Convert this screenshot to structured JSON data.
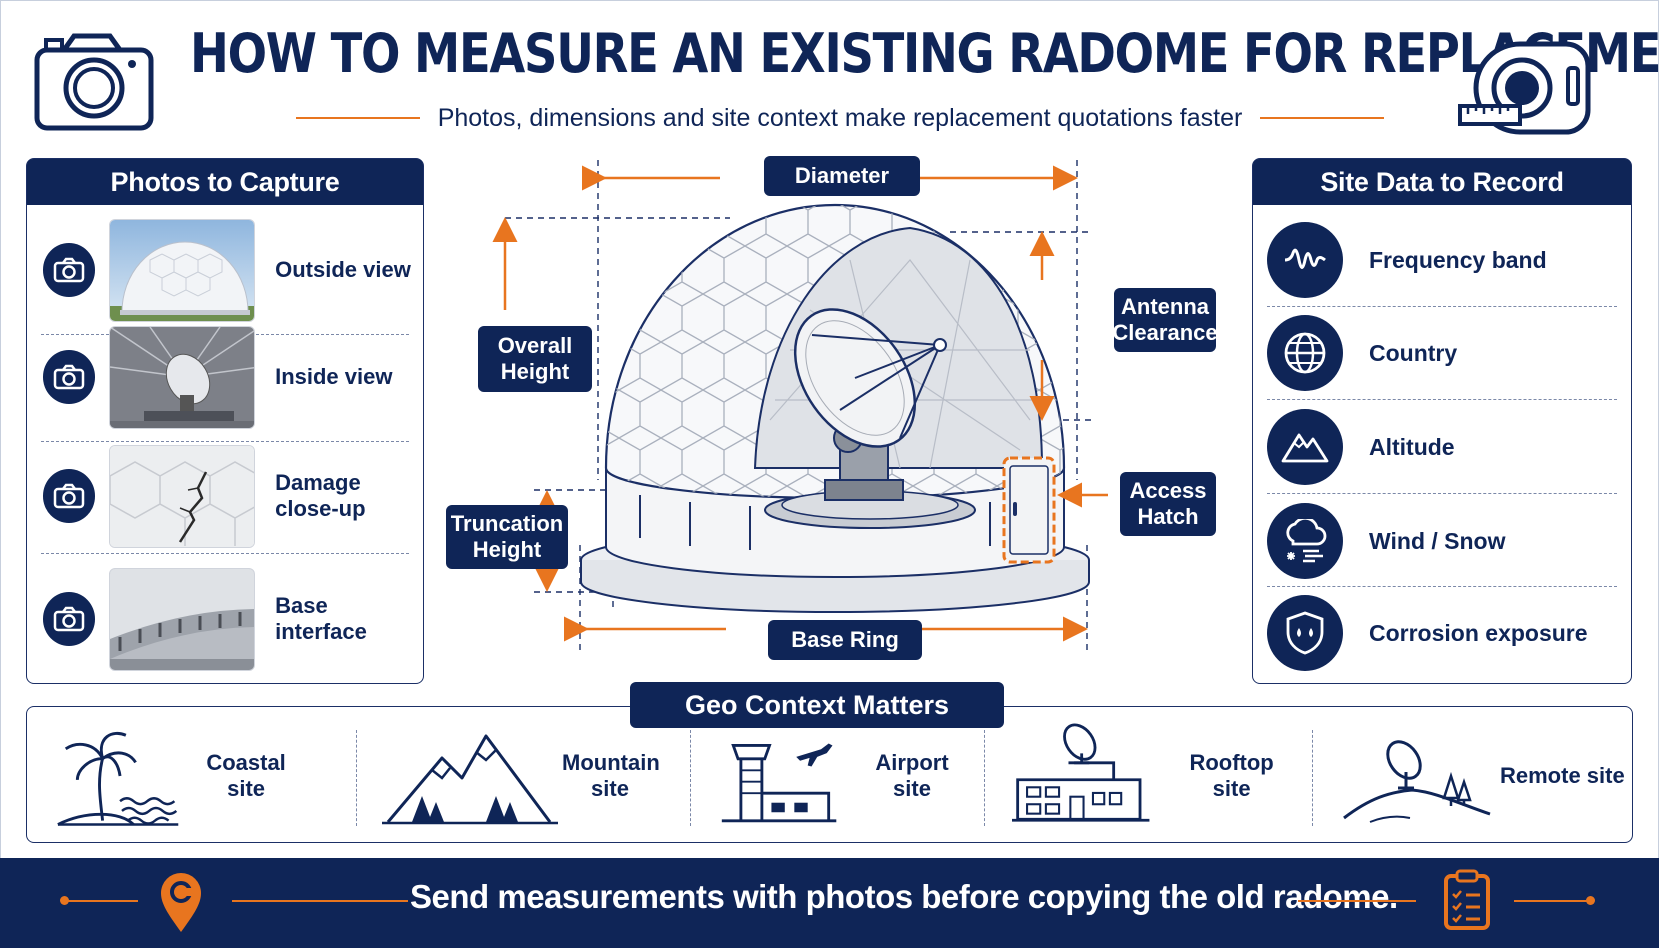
{
  "header": {
    "title": "HOW TO MEASURE AN EXISTING RADOME FOR REPLACEMENT",
    "subtitle": "Photos, dimensions and site context make replacement quotations faster"
  },
  "photos_panel": {
    "heading": "Photos to Capture",
    "items": [
      {
        "label": "Outside view",
        "icon": "camera-icon"
      },
      {
        "label": "Inside view",
        "icon": "camera-icon"
      },
      {
        "label": "Damage close-up",
        "icon": "camera-icon"
      },
      {
        "label": "Base interface",
        "icon": "camera-icon"
      }
    ]
  },
  "diagram": {
    "diameter": "Diameter",
    "overall_height": "Overall Height",
    "truncation_height": "Truncation Height",
    "antenna_clearance": "Antenna Clearance",
    "access_hatch": "Access Hatch",
    "base_ring": "Base Ring"
  },
  "site_panel": {
    "heading": "Site Data to Record",
    "items": [
      {
        "label": "Frequency band",
        "icon": "waveform-icon"
      },
      {
        "label": "Country",
        "icon": "globe-icon"
      },
      {
        "label": "Altitude",
        "icon": "mountain-icon"
      },
      {
        "label": "Wind / Snow",
        "icon": "weather-icon"
      },
      {
        "label": "Corrosion exposure",
        "icon": "shield-icon"
      }
    ]
  },
  "geo": {
    "heading": "Geo Context Matters",
    "items": [
      {
        "label": "Coastal site",
        "icon": "palm-tree-icon"
      },
      {
        "label": "Mountain site",
        "icon": "mountains-icon"
      },
      {
        "label": "Airport site",
        "icon": "airport-icon"
      },
      {
        "label": "Rooftop site",
        "icon": "rooftop-dish-icon"
      },
      {
        "label": "Remote site",
        "icon": "remote-dish-icon"
      }
    ]
  },
  "footer": {
    "message": "Send measurements with photos before copying the old radome."
  },
  "colors": {
    "navy": "#0f2557",
    "orange": "#e8751f",
    "white": "#ffffff"
  }
}
